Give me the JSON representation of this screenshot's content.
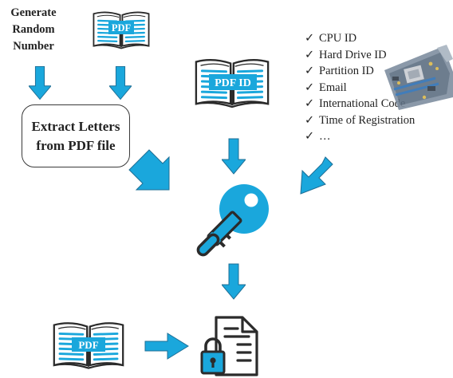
{
  "inputs": {
    "random_label": "Generate Random Number",
    "pdf_book_label": "PDF",
    "extract_label": "Extract Letters from PDF file"
  },
  "pdf_id_book": {
    "label": "PDF ID"
  },
  "hardware_ids": {
    "check_mark": "✓",
    "items": [
      "CPU ID",
      "Hard Drive ID",
      "Partition ID",
      "Email",
      "International Code",
      "Time of Registration",
      "…"
    ]
  },
  "output": {
    "pdf_book_label": "PDF"
  },
  "colors": {
    "accent_blue": "#1aa7dc",
    "light_blue": "#5cc6ec",
    "outline": "#2b2b2b",
    "text": "#222222"
  },
  "icons": {
    "key": "key-icon",
    "document_lock": "locked-document-icon",
    "book": "open-book-icon",
    "motherboard": "motherboard-image"
  }
}
